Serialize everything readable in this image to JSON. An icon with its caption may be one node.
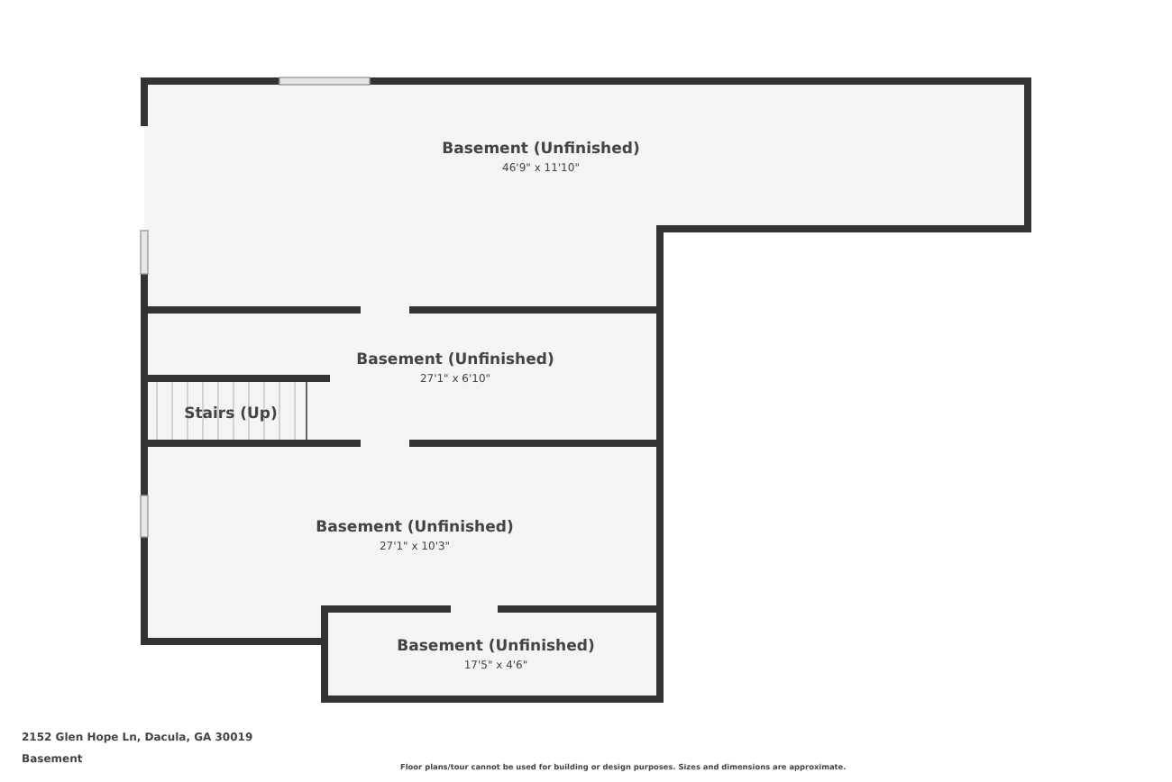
{
  "diagram": {
    "nodes": [
      {
        "text": [
          "Basement (Unfinished)",
          "46'9\" x 11'10\""
        ]
      },
      {
        "text": [
          "Basement (Unfinished)",
          "27'1\" x 6'10\""
        ]
      },
      {
        "text": [
          "Stairs (Up)"
        ]
      },
      {
        "text": [
          "Basement (Unfinished)",
          "27'1\" x 10'3\""
        ]
      },
      {
        "text": [
          "Basement (Unfinished)",
          "17'5\" x 4'6\""
        ]
      }
    ],
    "labels": [
      "2152 Glen Hope Ln, Dacula, GA 30019",
      "Basement",
      "Floor plans/tour cannot be used for building or design purposes. Sizes and dimensions are approximate."
    ]
  }
}
